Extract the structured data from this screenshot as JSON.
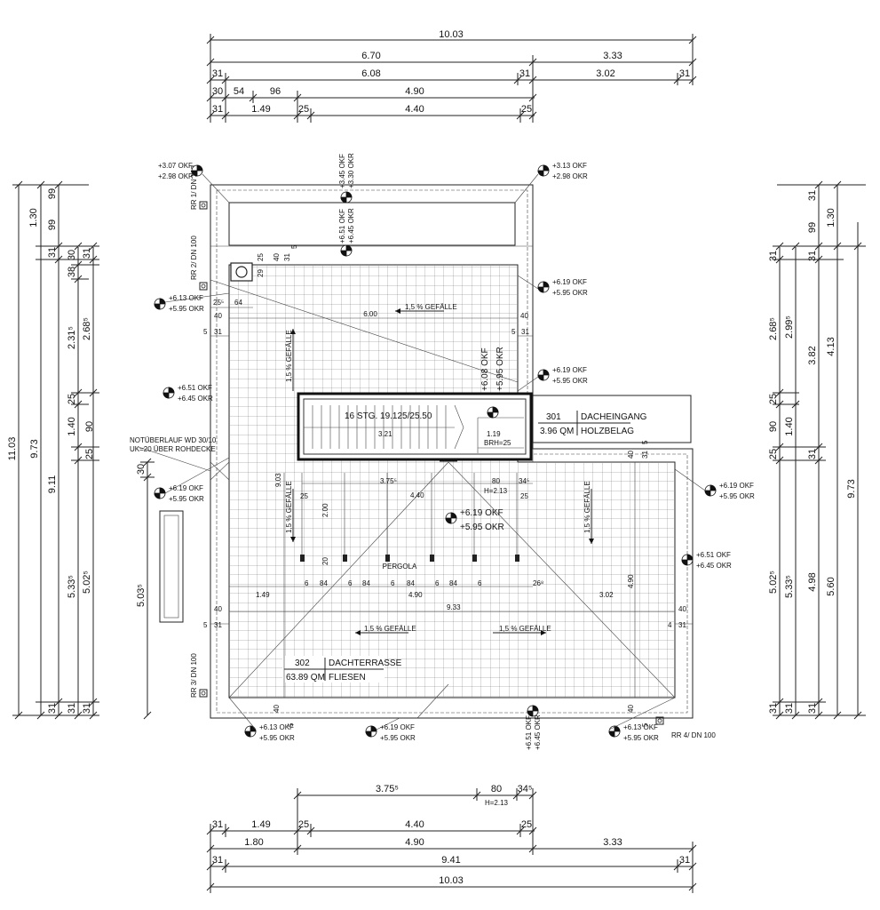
{
  "dims_top": {
    "r1": [
      "10.03"
    ],
    "r2": [
      "6.70",
      "3.33"
    ],
    "r3": [
      "31",
      "6.08",
      "31",
      "3.02",
      "31"
    ],
    "r4": [
      "30",
      "54",
      "96",
      "4.90"
    ],
    "r5": [
      "31",
      "1.49",
      "25",
      "4.40",
      "25"
    ]
  },
  "dims_bottom": {
    "r1": [
      "3.75⁵",
      "80",
      "34⁵"
    ],
    "r1_note": "H=2.13",
    "r2": [
      "31",
      "1.49",
      "25",
      "4.40",
      "25"
    ],
    "r3": [
      "1.80",
      "4.90",
      "3.33"
    ],
    "r4": [
      "31",
      "9.41",
      "31"
    ],
    "r5": [
      "10.03"
    ]
  },
  "dims_left": {
    "c1": [
      "11.03"
    ],
    "c2": [
      "9.73"
    ],
    "c3": [
      "1.30",
      "31",
      "9.11",
      "31"
    ],
    "c4": [
      "99",
      "30",
      "38",
      "2.31⁵",
      "25",
      "1.40",
      "90",
      "25",
      "5.33⁵",
      "31"
    ],
    "c5": [
      "31",
      "2.68⁵",
      "5.02⁵",
      "31"
    ],
    "c6": [
      "5.03⁵",
      "30"
    ]
  },
  "dims_right": {
    "c1": [
      "31",
      "99",
      "1.30"
    ],
    "c2": [
      "31",
      "2.68⁵",
      "25",
      "90",
      "25",
      "5.02⁵",
      "31"
    ],
    "c3": [
      "2.99⁵",
      "1.40",
      "5.33⁵",
      "31"
    ],
    "c4": [
      "31",
      "3.82",
      "31",
      "4.98",
      "31"
    ],
    "c5": [
      "4.13",
      "5.60"
    ],
    "c6": [
      "9.73"
    ]
  },
  "levels": {
    "tl": [
      "+3.07 OKF",
      "+2.98 OKR"
    ],
    "tm": [
      "+3.45 OKF",
      "+3.30 OKR"
    ],
    "tr": [
      "+3.13 OKF",
      "+2.98 OKR"
    ],
    "m651": [
      "+6.51 OKF",
      "+6.45 OKR"
    ],
    "l613": [
      "+6.13 OKF",
      "+5.95 OKR"
    ],
    "r619a": [
      "+6.19 OKF",
      "+5.95 OKR"
    ],
    "r619b": [
      "+6.19 OKF",
      "+5.95 OKR"
    ],
    "l651": [
      "+6.51 OKF",
      "+6.45 OKR"
    ],
    "l619": [
      "+6.19 OKF",
      "+5.95 OKR"
    ],
    "stair": [
      "+6.08 OKF",
      "+5.95 OKR"
    ],
    "center": [
      "+6.19 OKF",
      "+5.95 OKR"
    ],
    "er619": [
      "+6.19 OKF",
      "+5.95 OKR"
    ],
    "er651": [
      "+6.51 OKF",
      "+6.45 OKR"
    ],
    "bl613": [
      "+6.13 OKF",
      "+5.95 OKR"
    ],
    "bm619": [
      "+6.19 OKF",
      "+5.95 OKR"
    ],
    "bv651": [
      "+6.51 OKF",
      "+6.45 OKR"
    ],
    "br613": [
      "+6.13 OKF",
      "+5.95 OKR"
    ]
  },
  "drains": {
    "rr1": "RR 1/ DN 100",
    "rr2": "RR 2/ DN 100",
    "rr3": "RR 3/ DN 100",
    "rr4": "RR 4/ DN 100"
  },
  "emergency_overflow": [
    "NOTÜBERLAUF WD 30/10",
    "UK=20 ÜBER ROHDECKE"
  ],
  "slopes": {
    "top": "1,5 % GEFÄLLE",
    "left": "1,5 % GEFÄLLE",
    "left2": "1,5 % GEFÄLLE",
    "right": "1,5 % GEFÄLLE",
    "bottom_left": "1,5 % GEFÄLLE",
    "bottom_right": "1,5 % GEFÄLLE"
  },
  "rooms": {
    "r301": {
      "no": "301",
      "name": "DACHEINGANG",
      "area": "3.96 QM",
      "floor": "HOLZBELAG"
    },
    "r302": {
      "no": "302",
      "name": "DACHTERRASSE",
      "area": "63.89 QM",
      "floor": "FLIESEN"
    }
  },
  "stair": {
    "label": "16 STG. 19.125/25.50",
    "run": "3.21",
    "h119": "1.19",
    "brh": "BRH=25"
  },
  "pergola": "PERGOLA",
  "inner": {
    "d600": "6.00",
    "d255": "25⁵",
    "d64": "64",
    "d40tl": "40",
    "d5l": "5",
    "d31l": "31",
    "d40tr": "40",
    "d5r": "5",
    "d31r": "31",
    "d25a": "25",
    "d40a": "40",
    "d31a": "31",
    "d5a": "5",
    "d29": "29",
    "d903": "9.03",
    "d375": "3.75⁵",
    "d440": "4.40",
    "d80": "80",
    "d345": "34⁵",
    "h213": "H=2.13",
    "d25b": "25",
    "d25c": "25",
    "d200": "2.00",
    "d20": "20",
    "posts": [
      "6",
      "84",
      "6",
      "84",
      "6",
      "84",
      "6",
      "84",
      "6",
      "26⁸"
    ],
    "d149": "1.49",
    "d490": "4.90",
    "d302": "3.02",
    "d490v": "4.90",
    "d933": "9.33",
    "d40ml": "40",
    "d5ml": "5",
    "d31ml": "31",
    "d40mr": "40",
    "d4mr": "4",
    "d31mr": "31",
    "d40bl": "40",
    "d5bl": "5",
    "d40br": "40",
    "d5br": "5",
    "d31rt": "31",
    "d40rt": "40",
    "d5rt": "5"
  }
}
